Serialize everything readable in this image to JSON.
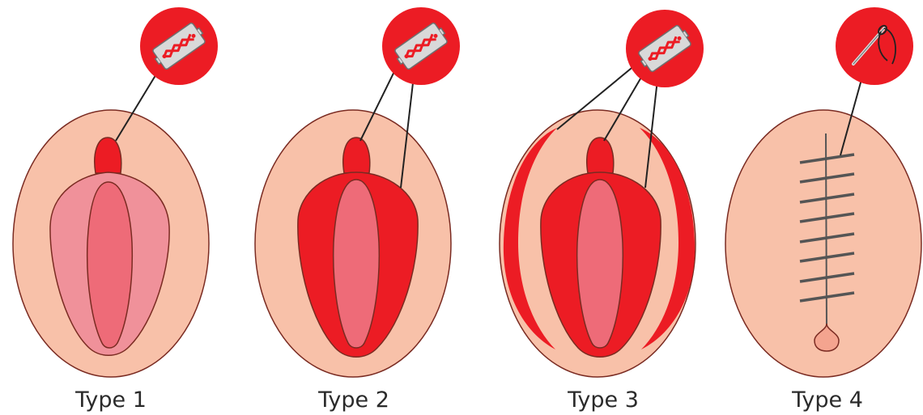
{
  "panels": [
    {
      "label": "Type 1",
      "tool_icon": "razor-blade-icon"
    },
    {
      "label": "Type 2",
      "tool_icon": "razor-blade-icon"
    },
    {
      "label": "Type 3",
      "tool_icon": "razor-blade-icon"
    },
    {
      "label": "Type 4",
      "tool_icon": "needle-thread-icon"
    }
  ],
  "colors": {
    "skin": "#f8c1a9",
    "outline": "#7a2b22",
    "red": "#ec1c24",
    "mid_pink": "#f0919a",
    "inner_pink": "#ee6b78",
    "stitch": "#555555",
    "pointer_line": "#222222"
  }
}
